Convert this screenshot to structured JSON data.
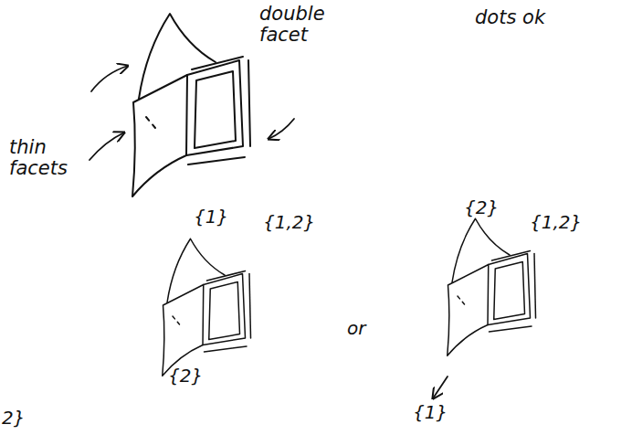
{
  "diagram": {
    "labels": [
      "thin facets",
      "double facet",
      "dots ok",
      "{1}",
      "{1,2}",
      "{2}",
      "or",
      "{2}",
      "{1,2}",
      "{1}",
      "2}"
    ]
  }
}
